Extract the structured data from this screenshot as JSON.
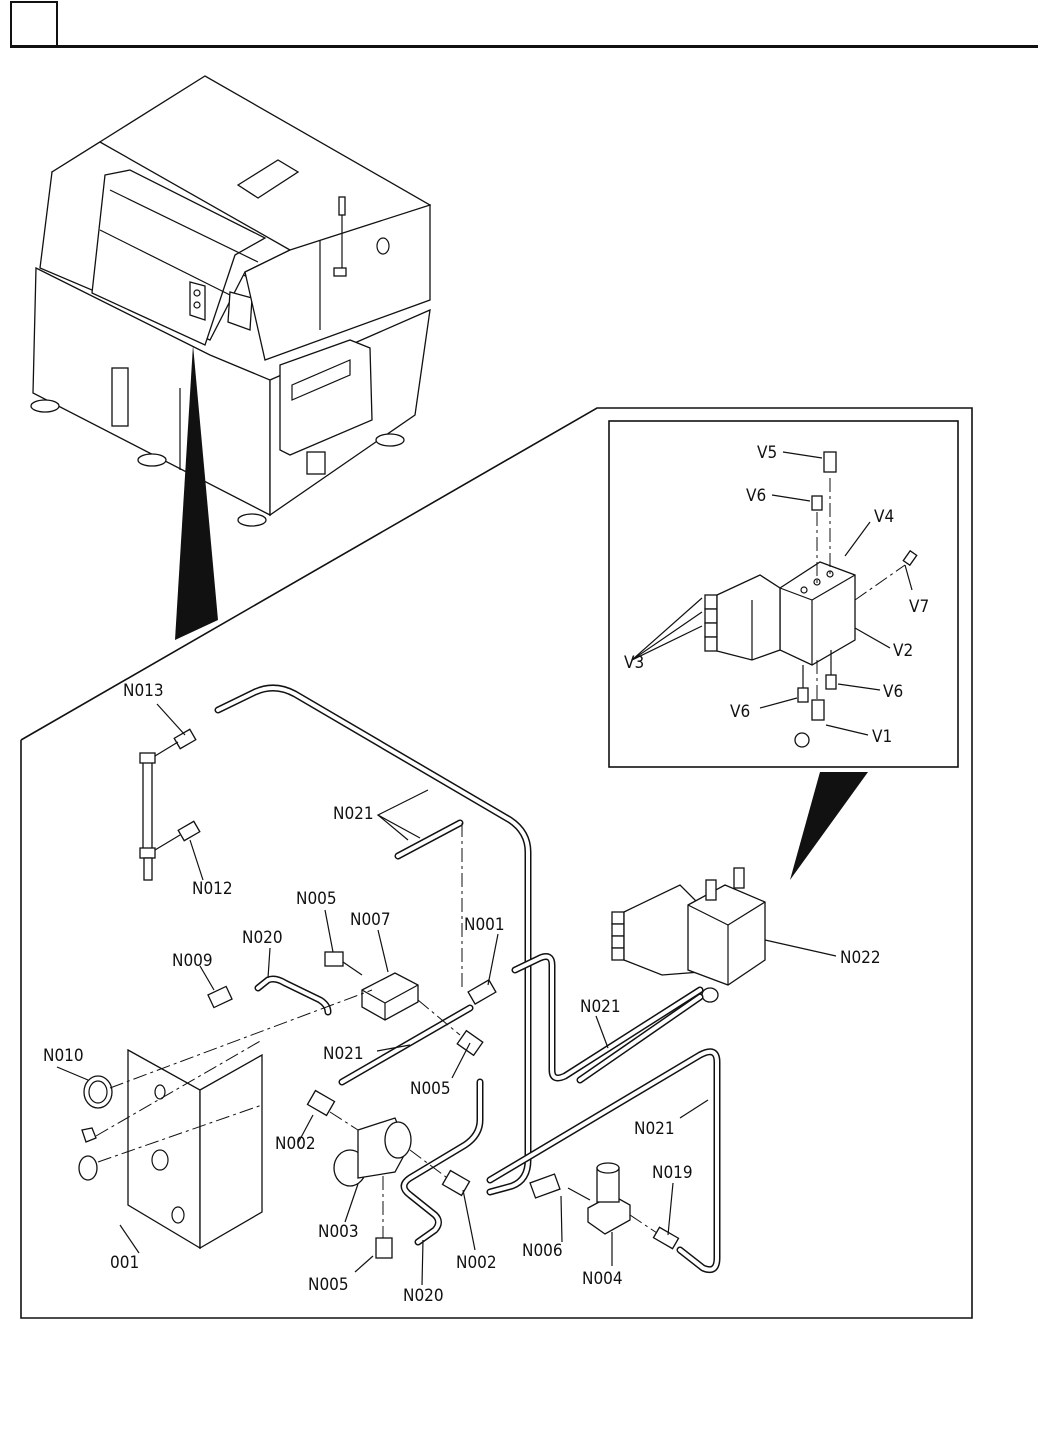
{
  "header": {
    "box_text": "",
    "title": ""
  },
  "overview": {
    "subject": "machine-overview"
  },
  "inset": {
    "labels": [
      {
        "id": "V5",
        "text": "V5"
      },
      {
        "id": "V6a",
        "text": "V6"
      },
      {
        "id": "V4",
        "text": "V4"
      },
      {
        "id": "V7",
        "text": "V7"
      },
      {
        "id": "V3",
        "text": "V3"
      },
      {
        "id": "V2",
        "text": "V2"
      },
      {
        "id": "V6b",
        "text": "V6"
      },
      {
        "id": "V6c",
        "text": "V6"
      },
      {
        "id": "V1",
        "text": "V1"
      }
    ]
  },
  "main": {
    "labels": [
      {
        "id": "N013",
        "text": "N013"
      },
      {
        "id": "N012",
        "text": "N012"
      },
      {
        "id": "N021a",
        "text": "N021"
      },
      {
        "id": "N005a",
        "text": "N005"
      },
      {
        "id": "N007",
        "text": "N007"
      },
      {
        "id": "N020a",
        "text": "N020"
      },
      {
        "id": "N009",
        "text": "N009"
      },
      {
        "id": "N001",
        "text": "N001"
      },
      {
        "id": "N022",
        "text": "N022"
      },
      {
        "id": "N021b",
        "text": "N021"
      },
      {
        "id": "N010",
        "text": "N010"
      },
      {
        "id": "N021c",
        "text": "N021"
      },
      {
        "id": "N005b",
        "text": "N005"
      },
      {
        "id": "N021d",
        "text": "N021"
      },
      {
        "id": "N002a",
        "text": "N002"
      },
      {
        "id": "N019",
        "text": "N019"
      },
      {
        "id": "N003",
        "text": "N003"
      },
      {
        "id": "N006",
        "text": "N006"
      },
      {
        "id": "N004",
        "text": "N004"
      },
      {
        "id": "N001b",
        "text": "001"
      },
      {
        "id": "N005c",
        "text": "N005"
      },
      {
        "id": "N002b",
        "text": "N002"
      },
      {
        "id": "N020b",
        "text": "N020"
      }
    ]
  }
}
